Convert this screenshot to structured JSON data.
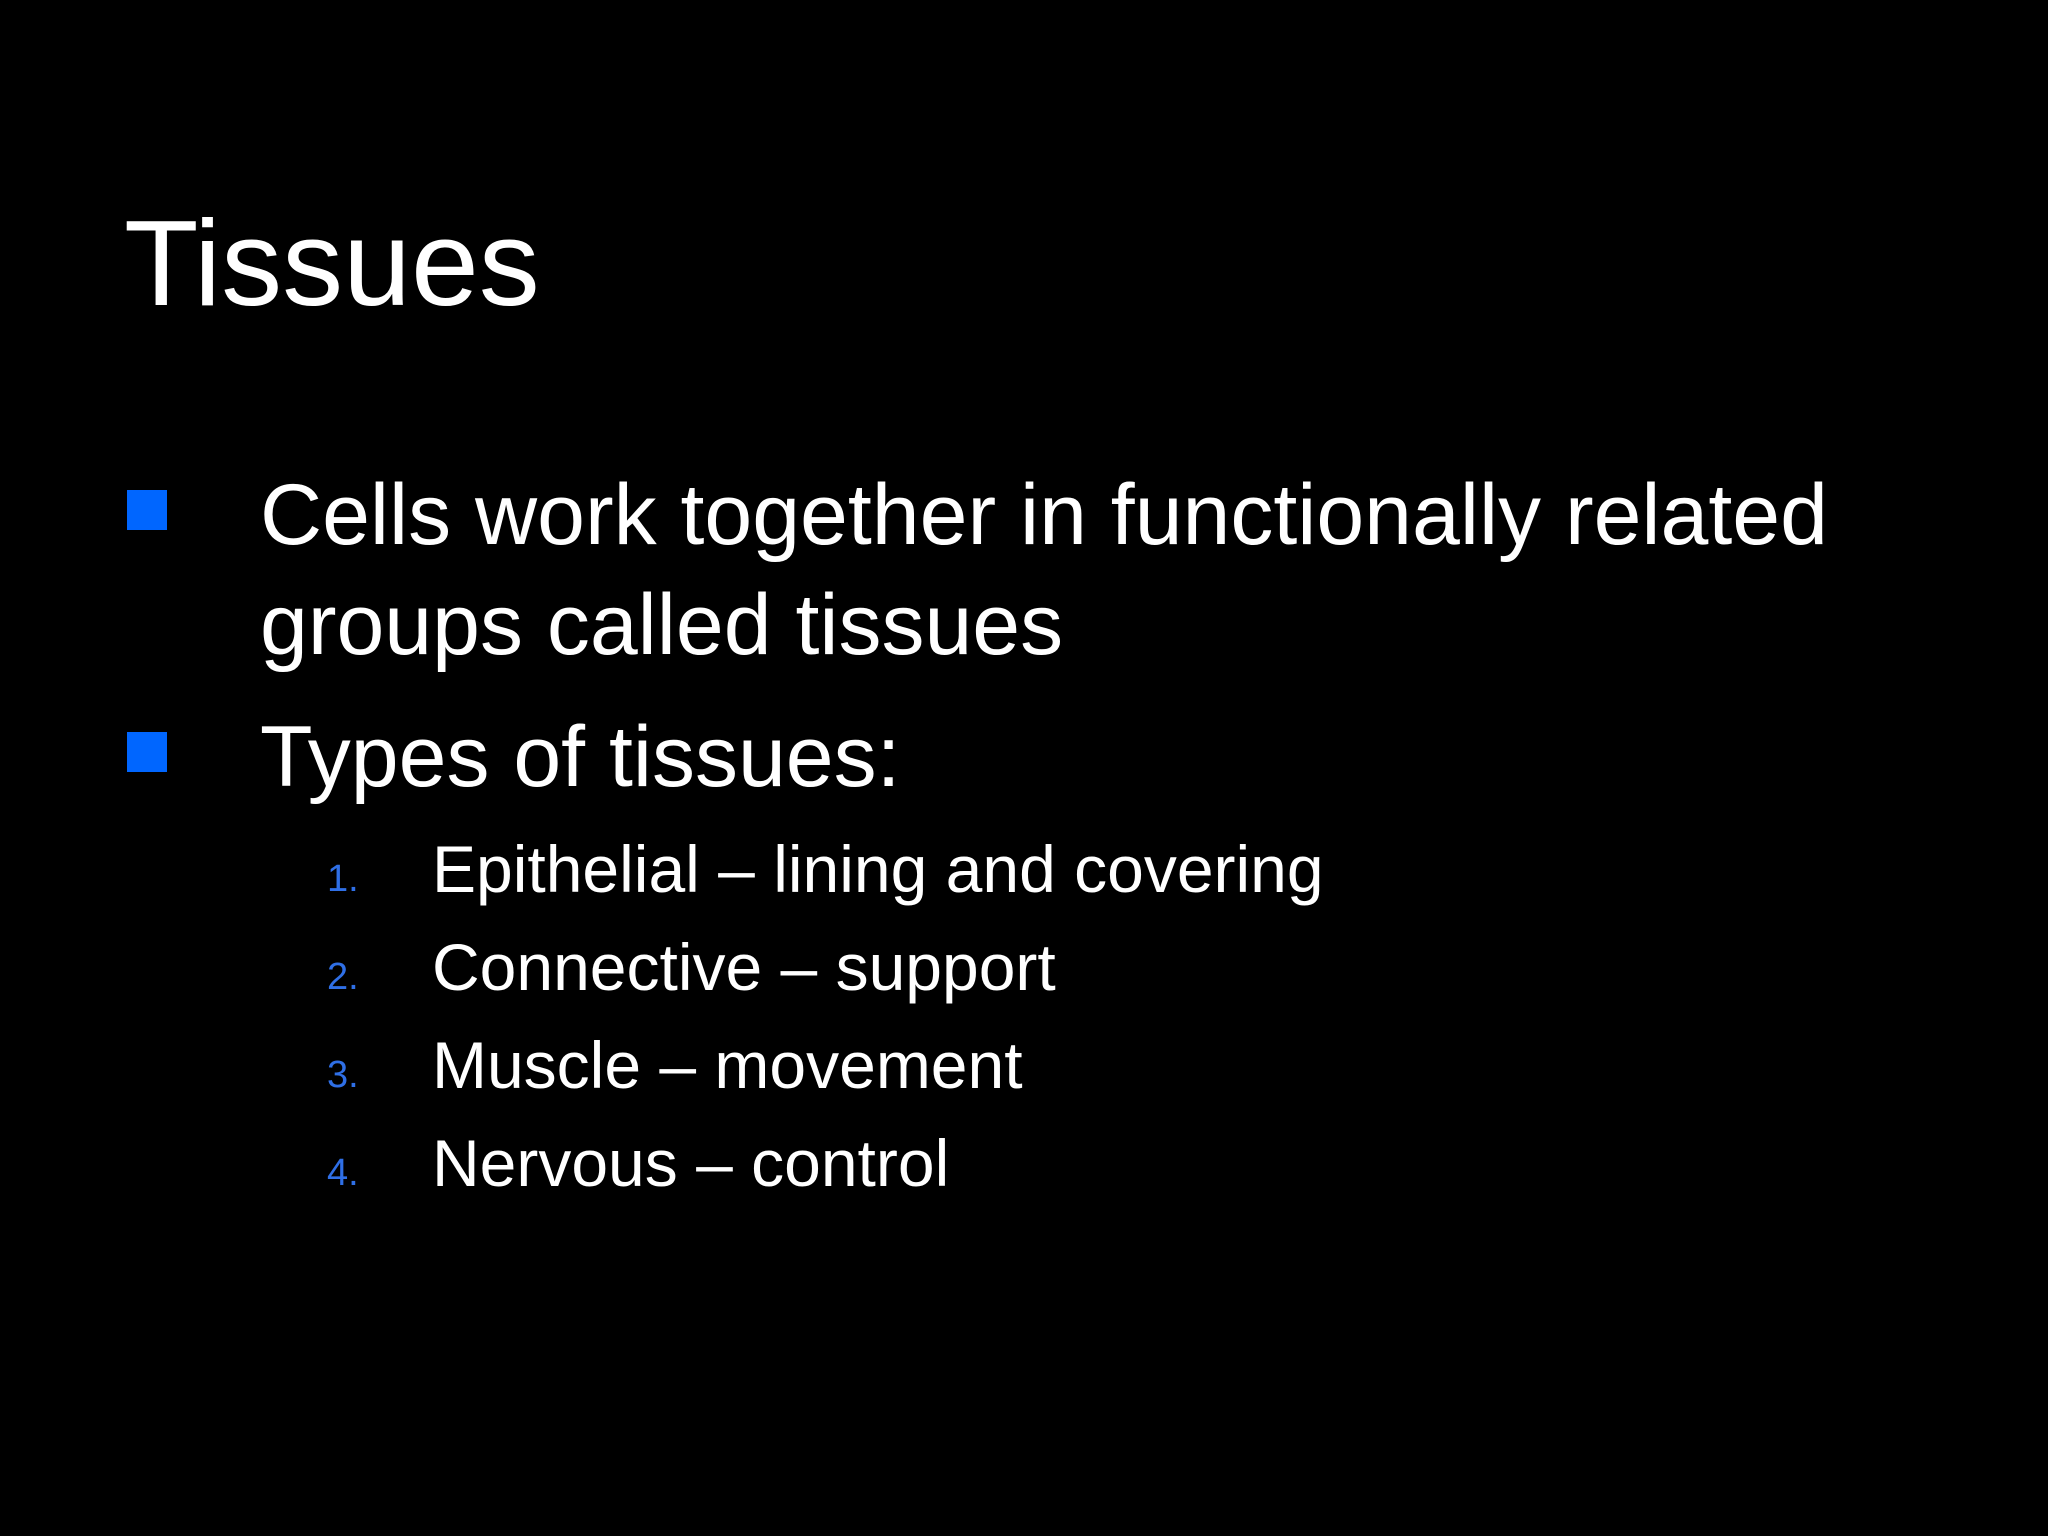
{
  "slide": {
    "title": "Tissues",
    "bullets": [
      {
        "text": "Cells work together in functionally related groups called tissues"
      },
      {
        "text": "Types of tissues:"
      }
    ],
    "sub_items": [
      {
        "number": "1.",
        "text": "Epithelial – lining and covering"
      },
      {
        "number": "2.",
        "text": "Connective – support"
      },
      {
        "number": "3.",
        "text": "Muscle – movement"
      },
      {
        "number": "4.",
        "text": "Nervous – control"
      }
    ]
  },
  "colors": {
    "background": "#000000",
    "text": "#ffffff",
    "bullet_marker": "#0066ff",
    "list_number": "#2f6fe6"
  }
}
